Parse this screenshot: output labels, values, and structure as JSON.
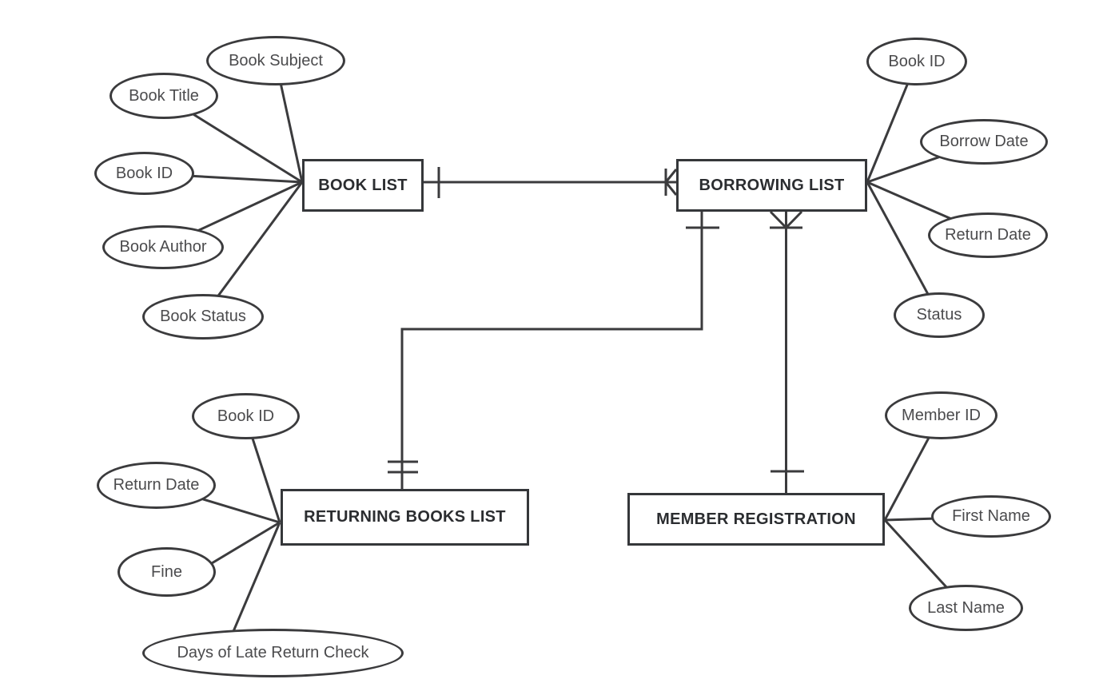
{
  "diagram": {
    "type": "entity-relationship-crow-foot",
    "background_color": "#ffffff",
    "line_color": "#3b3b3d",
    "entity_text_color": "#2b2d30",
    "attribute_text_color": "#4b4b4d",
    "entities": [
      {
        "label": "BOOK LIST",
        "attributes": [
          "Book Subject",
          "Book Title",
          "Book ID",
          "Book Author",
          "Book Status"
        ]
      },
      {
        "label": "BORROWING LIST",
        "attributes": [
          "Book ID",
          "Borrow Date",
          "Return Date",
          "Status"
        ]
      },
      {
        "label": "RETURNING BOOKS LIST",
        "attributes": [
          "Book ID",
          "Return Date",
          "Fine",
          "Days of Late Return Check"
        ]
      },
      {
        "label": "MEMBER REGISTRATION",
        "attributes": [
          "Member ID",
          "First Name",
          "Last Name"
        ]
      }
    ],
    "relationships": [
      {
        "from": "BOOK LIST",
        "to": "BORROWING LIST",
        "from_cardinality": "one",
        "to_cardinality": "one-or-many"
      },
      {
        "from": "BORROWING LIST",
        "to": "RETURNING BOOKS LIST",
        "from_cardinality": "one",
        "to_cardinality": "one-and-only-one"
      },
      {
        "from": "BORROWING LIST",
        "to": "MEMBER REGISTRATION",
        "from_cardinality": "one-or-many",
        "to_cardinality": "one"
      }
    ]
  }
}
